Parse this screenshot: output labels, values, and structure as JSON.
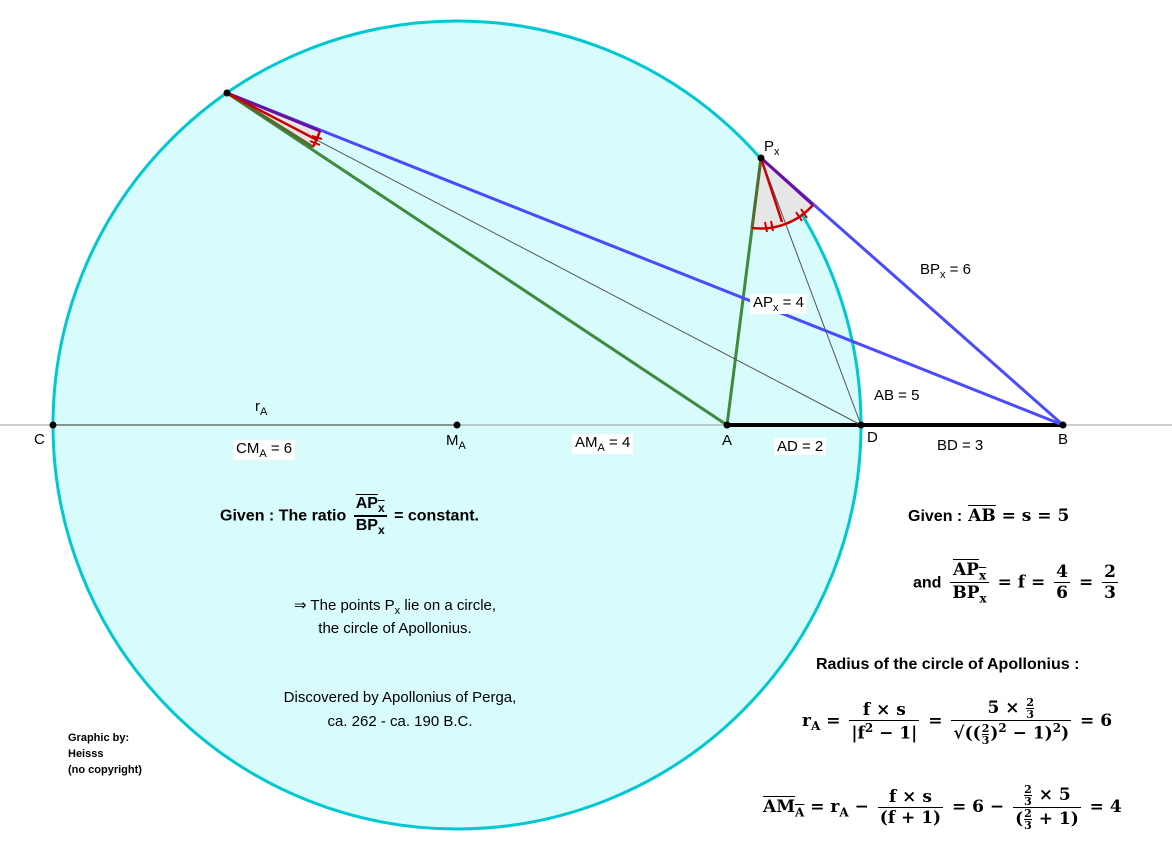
{
  "points": {
    "C": "C",
    "M_A": "M",
    "M_A_sub": "A",
    "A": "A",
    "D": "D",
    "B": "B",
    "P_x": "P",
    "P_x_sub": "x"
  },
  "segment_labels": {
    "r_A": "r",
    "r_A_sub": "A",
    "CM_A": "CM",
    "CM_A_sub": "A",
    "CM_A_val": " = 6",
    "AM_A": "AM",
    "AM_A_sub": "A",
    "AM_A_val": " = 4",
    "AD": "AD = 2",
    "BD": "BD = 3",
    "AB": "AB = 5",
    "AP_x": "AP",
    "AP_x_sub": "x",
    "AP_x_val": " = 4",
    "BP_x": "BP",
    "BP_x_sub": "x",
    "BP_x_val": " = 6"
  },
  "given_left": {
    "prefix": "Given :  The ratio",
    "num": "AP",
    "num_sub": "x",
    "den": "BP",
    "den_sub": "x",
    "suffix": "= constant."
  },
  "conclusion": {
    "line1_a": "⇒ The points P",
    "line1_sub": "x",
    "line1_b": " lie on a circle,",
    "line2": "the circle of Apollonius."
  },
  "discovered": {
    "line1": "Discovered by Apollonius of Perga,",
    "line2": "ca. 262 - ca. 190 B.C."
  },
  "credit": {
    "line1": "Graphic by:",
    "line2": "Heisss",
    "line3": "(no copyright)"
  },
  "given_right": {
    "prefix": "Given :",
    "ab": "AB",
    "rest": "= s = 5",
    "and": "and",
    "num": "AP",
    "num_sub": "x",
    "den": "BP",
    "den_sub": "x",
    "f_eq": "= f =",
    "f_num": "4",
    "f_den": "6",
    "eq": "=",
    "f2_num": "2",
    "f2_den": "3"
  },
  "radius_heading": "Radius of the circle of Apollonius :",
  "formula_r": {
    "lhs": "r",
    "lhs_sub": "A",
    "eq1": "=",
    "num1": "f × s",
    "den1": "|f",
    "den1_sup": "2",
    "den1_tail": " − 1|",
    "eq2": "=",
    "num2_a": "5 ×",
    "num2_fn": "2",
    "num2_fd": "3",
    "den2_a": "√((",
    "den2_fn": "2",
    "den2_fd": "3",
    "den2_b": ")",
    "den2_sup1": "2",
    "den2_c": " − 1)",
    "den2_sup2": "2",
    "den2_d": ")",
    "result": "= 6"
  },
  "formula_am": {
    "lhs": "AM",
    "lhs_sub": "A",
    "eq1": "= r",
    "eq1_sub": "A",
    "minus1": " −",
    "num1": "f × s",
    "den1": "(f + 1)",
    "eq2": "= 6 −",
    "num2_fn": "2",
    "num2_fd": "3",
    "num2_b": "× 5",
    "den2_a": "(",
    "den2_fn": "2",
    "den2_fd": "3",
    "den2_b": " + 1)",
    "result": "= 4"
  },
  "colors": {
    "circle_fill": "#d8fbfb",
    "circle_stroke": "#00c8d0",
    "green": "#3d8b3d",
    "blue": "#4a4aff",
    "purple": "#6a10a0",
    "red": "#cc0000",
    "axis": "#888888",
    "angle_fill": "#e8e8e8"
  }
}
